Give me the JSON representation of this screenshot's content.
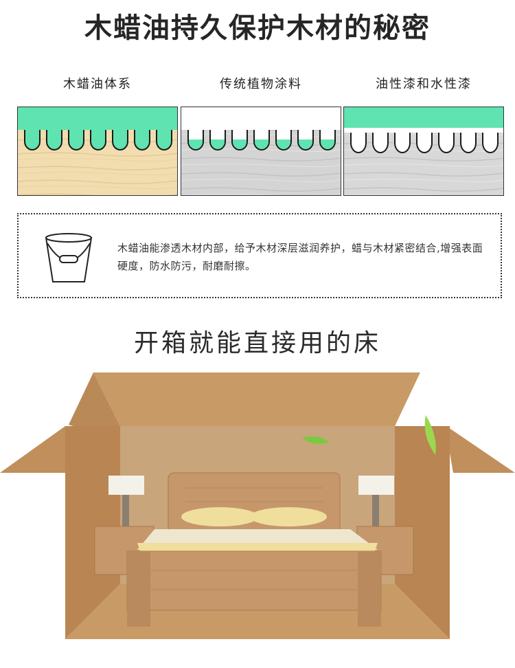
{
  "header": {
    "title": "木蜡油持久保护木材的秘密"
  },
  "comparison": {
    "columns": [
      {
        "label": "木蜡油体系"
      },
      {
        "label": "传统植物涂料"
      },
      {
        "label": "油性漆和水性漆"
      }
    ],
    "colors": {
      "coating_green": "#5fe3b0",
      "wood_light": "#f2ddb0",
      "wood_grey": "#d6d6d6"
    }
  },
  "info": {
    "icon": "bucket-icon",
    "text": "木蜡油能渗透木材内部，给予木材深层滋润养护，蜡与木材紧密结合,增强表面硬度，防水防污，耐磨耐擦。"
  },
  "section2": {
    "title": "开箱就能直接用的床"
  },
  "scene": {
    "colors": {
      "cardboard": "#c89a66",
      "cardboard_dark": "#b98a57",
      "bed_wood": "#c6976a",
      "bedding": "#f0de9c"
    }
  }
}
